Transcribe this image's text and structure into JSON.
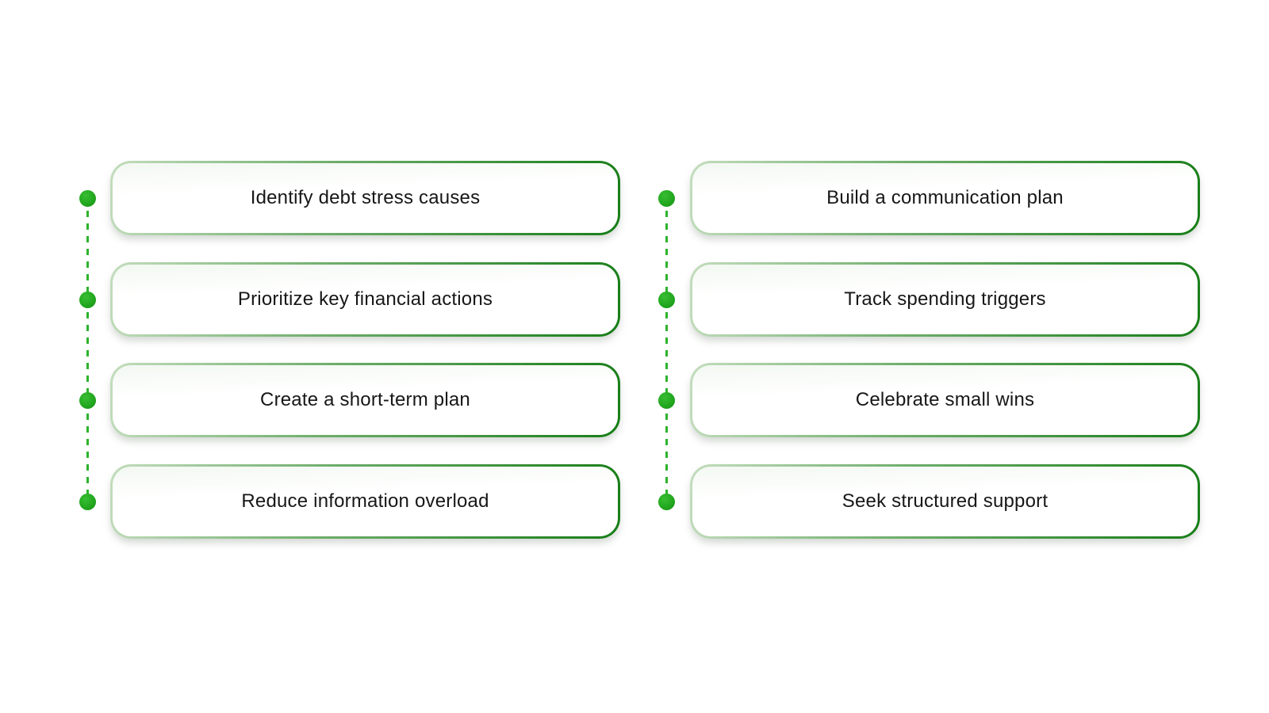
{
  "colors": {
    "background": "#ffffff",
    "box_fill": "#ffffff",
    "border_light": "#c3ddbd",
    "border_mid": "#6fae6c",
    "border_dark": "#177d17",
    "dot": "#22a81f",
    "dash": "#2db32d",
    "text": "#171717"
  },
  "columns": [
    {
      "name": "left",
      "items": [
        "Identify debt stress causes",
        "Prioritize key financial actions",
        "Create a short-term plan",
        "Reduce information overload"
      ]
    },
    {
      "name": "right",
      "items": [
        "Build a communication plan",
        "Track spending triggers",
        "Celebrate small wins",
        "Seek structured support"
      ]
    }
  ]
}
